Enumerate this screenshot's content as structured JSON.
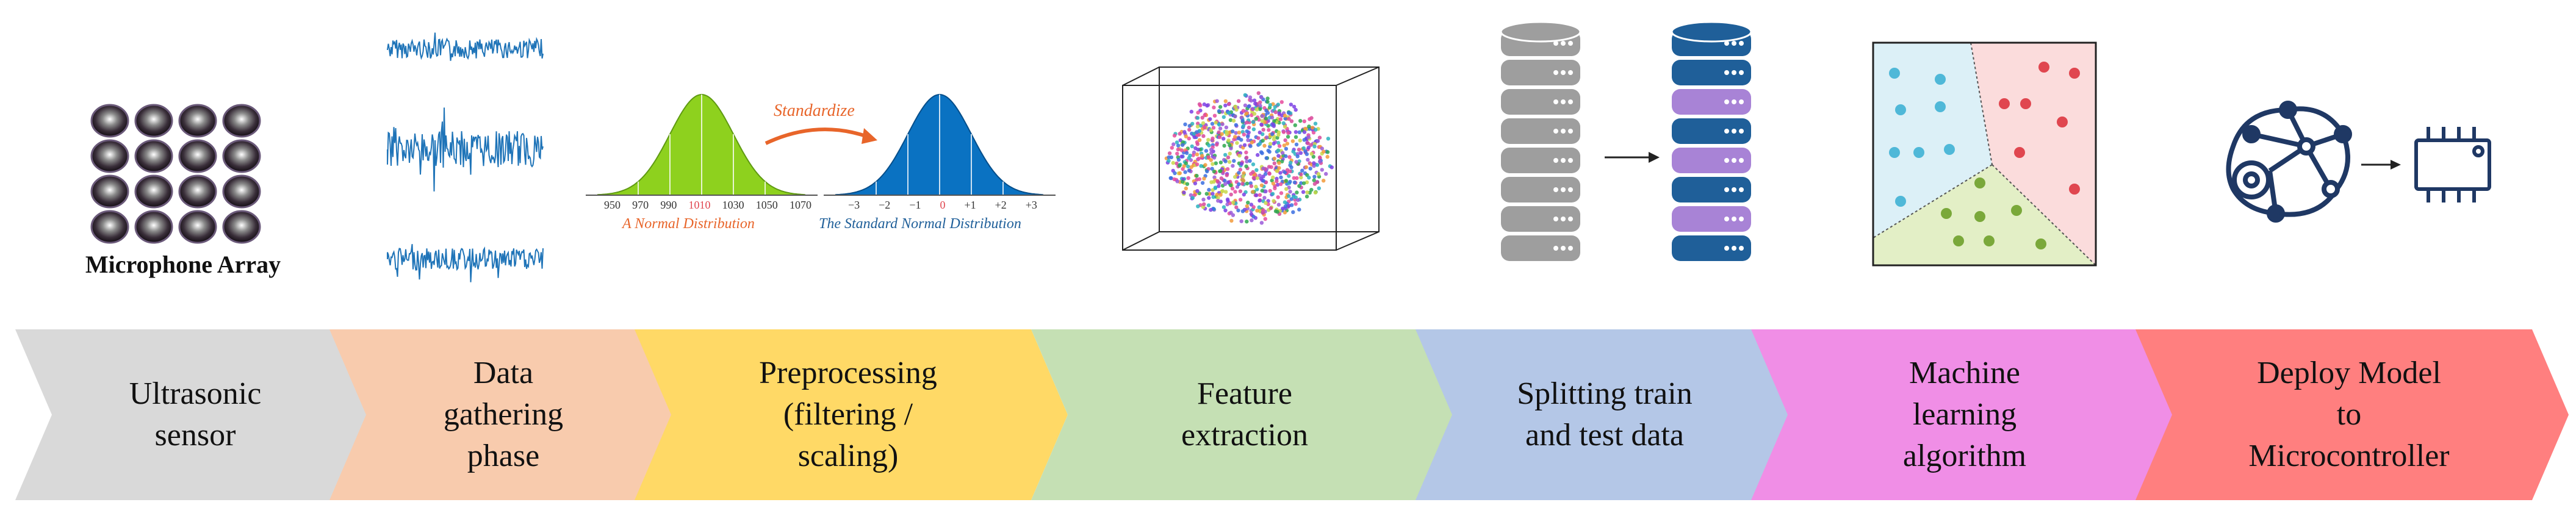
{
  "illustrations": {
    "microphone_caption": "Microphone Array",
    "normal_axis_ticks": [
      "950",
      "970",
      "990",
      "1010",
      "1030",
      "1050",
      "1070"
    ],
    "standard_axis_ticks": [
      "−3",
      "−2",
      "−1",
      "0",
      "+1",
      "+2",
      "+3"
    ],
    "normal_caption": "A Normal Distribution",
    "standard_caption": "The Standard Normal Distribution",
    "standardize_label": "Standardize"
  },
  "stages": [
    {
      "label": "Ultrasonic\nsensor",
      "color": "#d9d9d9"
    },
    {
      "label": "Data\ngathering\nphase",
      "color": "#f8cbad"
    },
    {
      "label": "Preprocessing\n(filtering /\nscaling)",
      "color": "#ffd966"
    },
    {
      "label": "Feature\nextraction",
      "color": "#c5e0b4"
    },
    {
      "label": "Splitting train\nand test data",
      "color": "#b4c7e7"
    },
    {
      "label": "Machine\nlearning\nalgorithm",
      "color": "#f08ee6"
    },
    {
      "label": "Deploy Model\nto\nMicrocontroller",
      "color": "#ff7f7f"
    }
  ],
  "colors": {
    "normal_curve": "#8ed11e",
    "standard_curve": "#0a72c2",
    "waveform": "#1f74b8",
    "db_gray": "#9e9e9e",
    "db_blue": "#1f5f99",
    "db_purple": "#a883d6",
    "class_blue": "#4fb8d8",
    "class_red": "#e0464f",
    "class_green": "#7aa83a",
    "icon_navy": "#1f3864"
  }
}
